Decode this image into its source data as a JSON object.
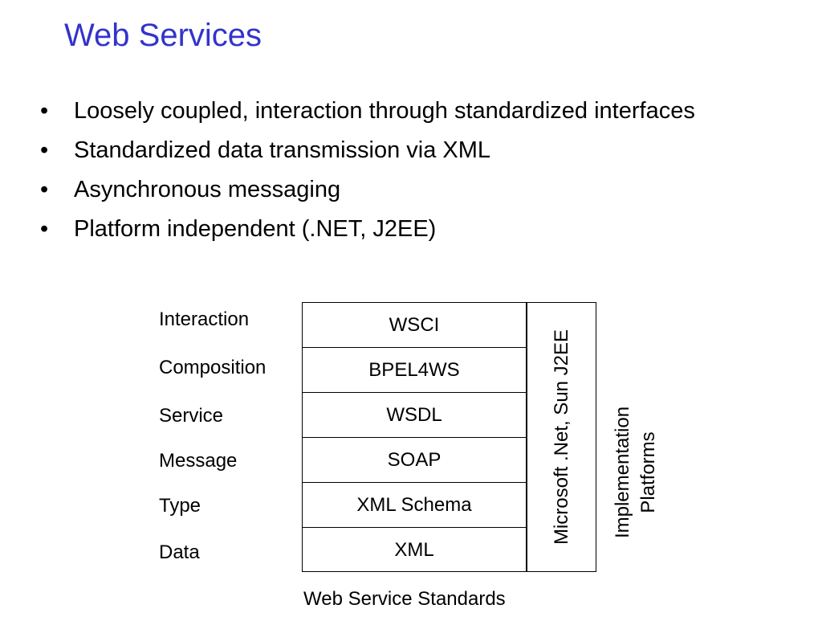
{
  "slide": {
    "title": "Web Services",
    "title_color": "#3333cc",
    "bullet_symbol": "•",
    "bullets": [
      "Loosely coupled, interaction through standardized interfaces",
      "Standardized data transmission via XML",
      "Asynchronous messaging",
      "Platform independent (.NET, J2EE)"
    ]
  },
  "diagram": {
    "layers": [
      {
        "label": "Interaction",
        "standard": "WSCI"
      },
      {
        "label": "Composition",
        "standard": "BPEL4WS"
      },
      {
        "label": "Service",
        "standard": "WSDL"
      },
      {
        "label": "Message",
        "standard": "SOAP"
      },
      {
        "label": "Type",
        "standard": "XML Schema"
      },
      {
        "label": "Data",
        "standard": "XML"
      }
    ],
    "platforms": "Microsoft .Net, Sun J2EE",
    "implementation_label": [
      "Implementation",
      "Platforms"
    ],
    "caption": "Web Service Standards"
  }
}
